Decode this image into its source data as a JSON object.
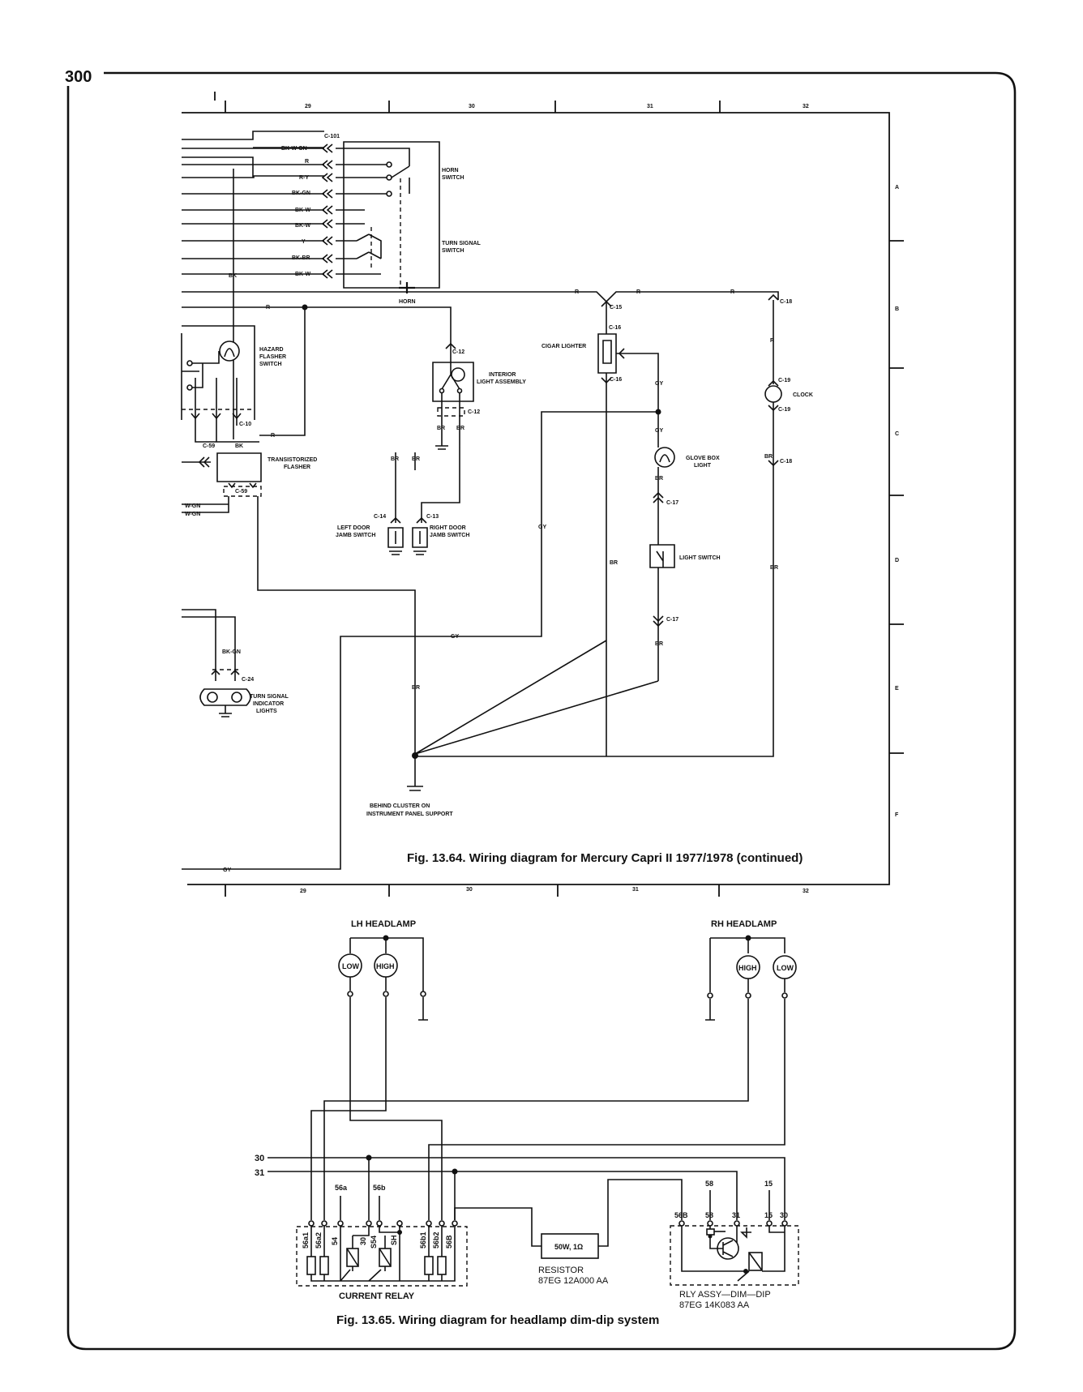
{
  "page_number": "300",
  "fig1": {
    "caption": "Fig. 13.64. Wiring diagram for Mercury Capri II 1977/1978 (continued)",
    "grid_columns": [
      "29",
      "30",
      "31",
      "32"
    ],
    "grid_rows": [
      "A",
      "B",
      "C",
      "D",
      "E",
      "F"
    ],
    "connectors": {
      "c101": "C-101",
      "c10": "C-10",
      "c59": "C-59",
      "c24": "C-24",
      "c12": "C-12",
      "c14": "C-14",
      "c13": "C-13",
      "c15": "C-15",
      "c16": "C-16",
      "c17": "C-17",
      "c18": "C-18",
      "c19": "C-19"
    },
    "wires": {
      "bkwgn": "BK-W-GN",
      "r": "R",
      "ry": "R-Y",
      "bkgn": "BK-GN",
      "bkw": "BK-W",
      "y": "Y",
      "bkbr": "BK-BR",
      "bk": "BK",
      "gy": "GY",
      "br": "BR",
      "wgn": "W-GN"
    },
    "components": {
      "horn_switch": [
        "HORN",
        "SWITCH"
      ],
      "turn_signal_switch": [
        "TURN SIGNAL",
        "SWITCH"
      ],
      "horn": "HORN",
      "hazard_switch": [
        "HAZARD",
        "FLASHER",
        "SWITCH"
      ],
      "transistorized_flasher": [
        "TRANSISTORIZED",
        "FLASHER"
      ],
      "interior_light": [
        "INTERIOR",
        "LIGHT ASSEMBLY"
      ],
      "left_door": [
        "LEFT DOOR",
        "JAMB SWITCH"
      ],
      "right_door": [
        "RIGHT DOOR",
        "JAMB SWITCH"
      ],
      "turn_indicator": [
        "TURN SIGNAL",
        "INDICATOR",
        "LIGHTS"
      ],
      "cigar_lighter": "CIGAR LIGHTER",
      "clock": "CLOCK",
      "glove_box": [
        "GLOVE BOX",
        "LIGHT"
      ],
      "light_switch": "LIGHT SWITCH",
      "ground": [
        "BEHIND CLUSTER ON",
        "INSTRUMENT PANEL SUPPORT"
      ]
    }
  },
  "fig2": {
    "caption": "Fig. 13.65. Wiring diagram for headlamp dim-dip system",
    "lh_headlamp": "LH HEADLAMP",
    "rh_headlamp": "RH HEADLAMP",
    "low": "LOW",
    "high": "HIGH",
    "bus_30": "30",
    "bus_31": "31",
    "label_56a": "56a",
    "label_56b": "56b",
    "label_58": "58",
    "label_15": "15",
    "relay_pins": [
      "56a1",
      "56a2",
      "54",
      "30",
      "S54",
      "SH",
      "56b1",
      "56b2",
      "56B"
    ],
    "current_relay": "CURRENT RELAY",
    "resistor_value": "50W, 1Ω",
    "resistor_label": "RESISTOR",
    "resistor_part": "87EG 12A000 AA",
    "dimdip_pins": [
      "56B",
      "58",
      "31",
      "15",
      "30"
    ],
    "dimdip_label": "RLY ASSY—DIM—DIP",
    "dimdip_part": "87EG 14K083 AA"
  }
}
